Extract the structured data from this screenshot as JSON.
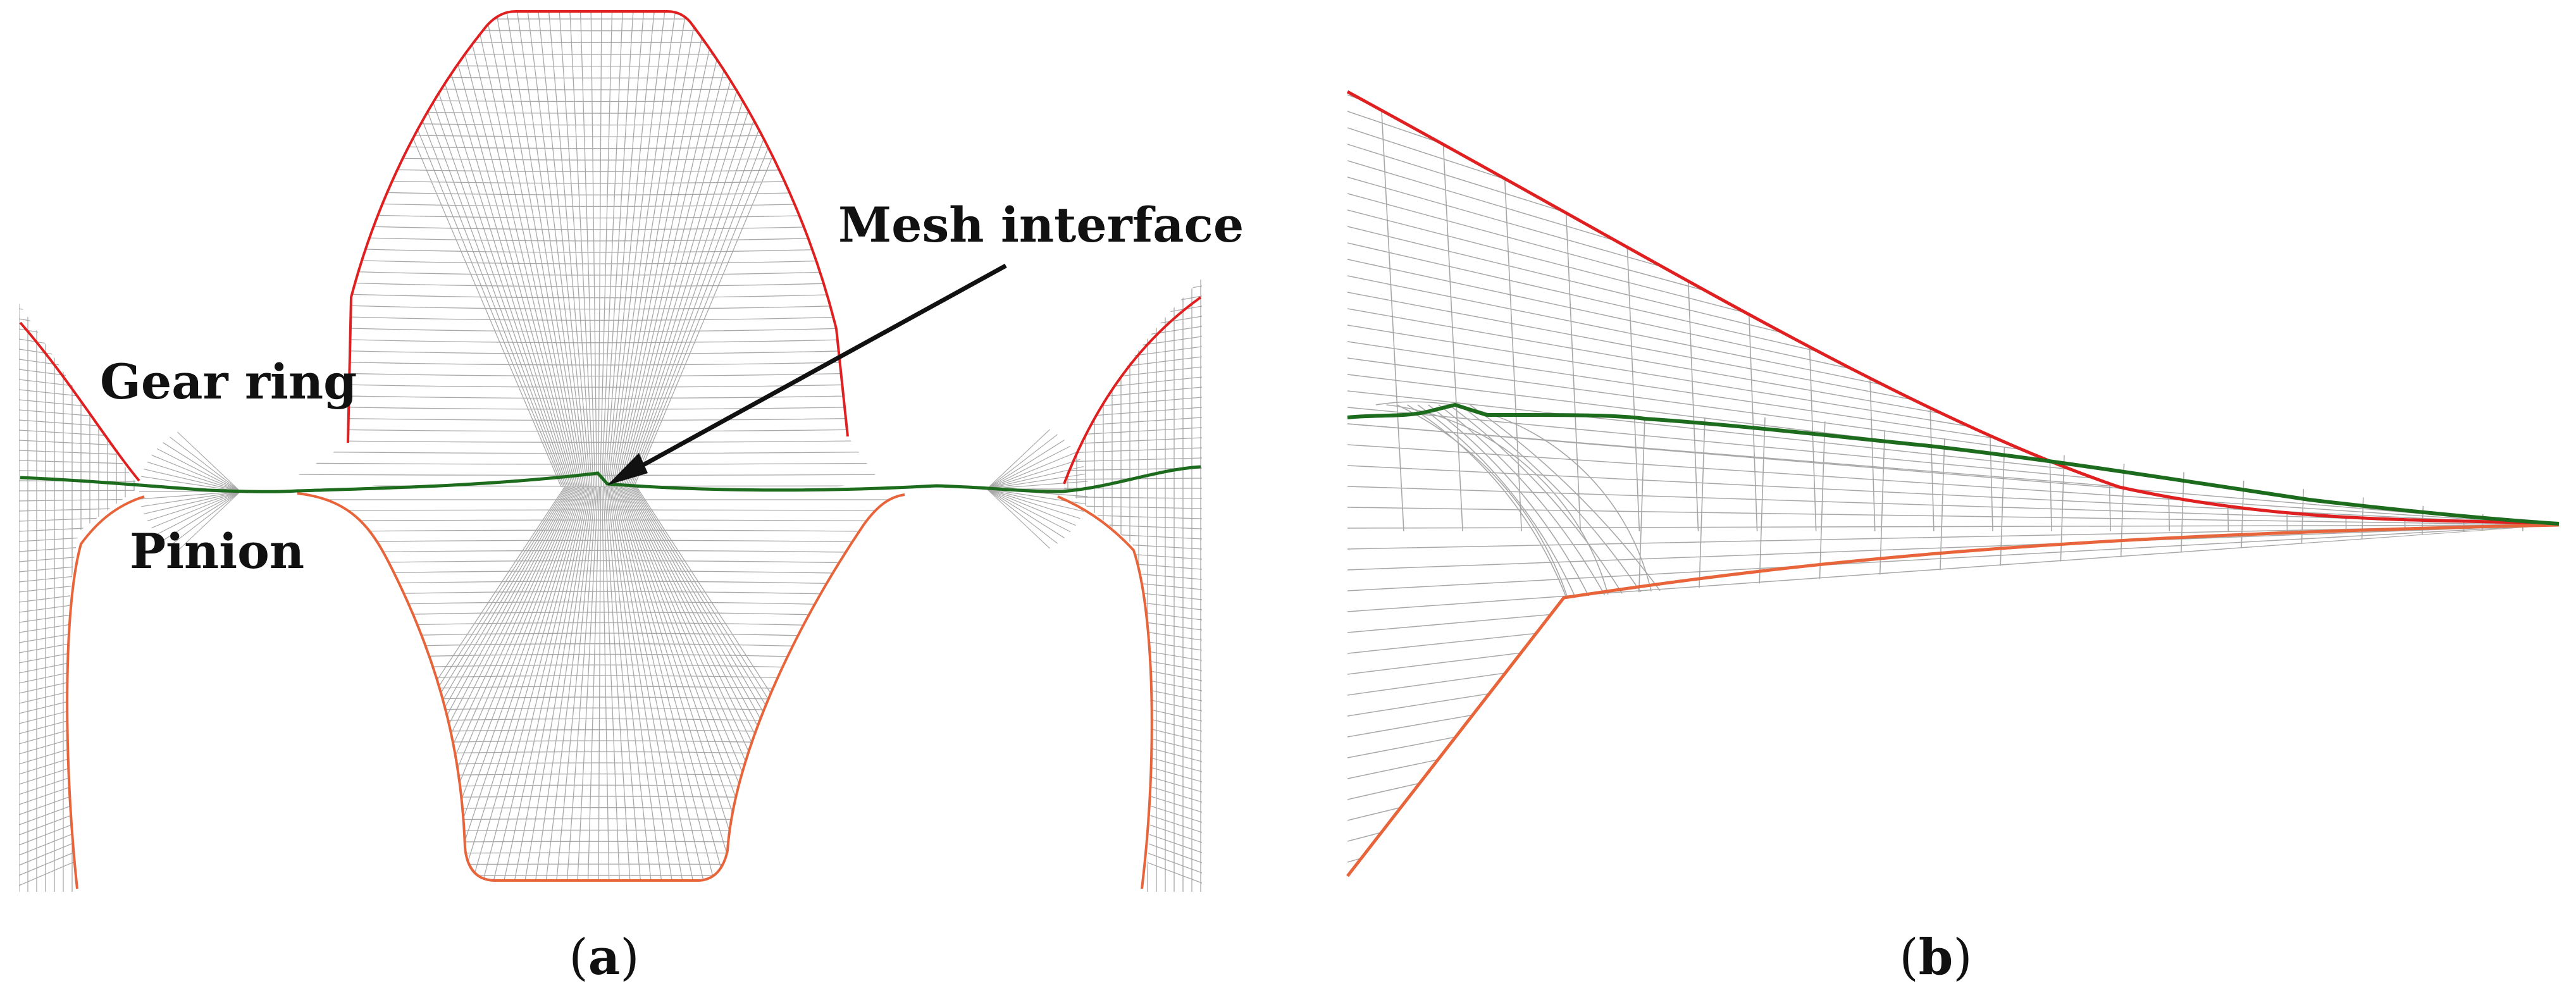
{
  "panel_a": {
    "label_gear_ring": "Gear ring",
    "label_pinion": "Pinion",
    "label_mesh_interface": "Mesh interface",
    "caption_open": "(",
    "caption_letter": "a",
    "caption_close": ")"
  },
  "panel_b": {
    "caption_open": "(",
    "caption_letter": "b",
    "caption_close": ")"
  },
  "colors": {
    "boundary_red": "#e02020",
    "boundary_orange": "#e8643a",
    "interface_green": "#1d6b1d",
    "mesh_grey": "#a8a8a8",
    "text": "#111111"
  }
}
